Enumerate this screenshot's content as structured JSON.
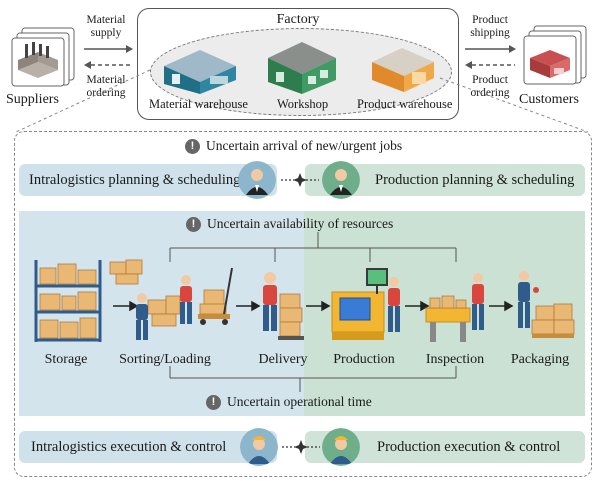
{
  "top": {
    "factory_title": "Factory",
    "suppliers": "Suppliers",
    "customers": "Customers",
    "material_supply": [
      "Material",
      "supply"
    ],
    "material_ordering": [
      "Material",
      "ordering"
    ],
    "product_shipping": [
      "Product",
      "shipping"
    ],
    "product_ordering": [
      "Product",
      "ordering"
    ],
    "material_warehouse": "Material warehouse",
    "workshop": "Workshop",
    "product_warehouse": "Product warehouse"
  },
  "planning": {
    "uncertainty": "Uncertain arrival of new/urgent jobs",
    "left_label": "Intralogistics planning & scheduling",
    "right_label": "Production planning & scheduling"
  },
  "process": {
    "resources_uncertainty": "Uncertain availability of resources",
    "time_uncertainty": "Uncertain operational time",
    "stages": [
      "Storage",
      "Sorting/Loading",
      "Delivery",
      "Production",
      "Inspection",
      "Packaging"
    ]
  },
  "execution": {
    "left_label": "Intralogistics execution & control",
    "right_label": "Production execution & control"
  },
  "colors": {
    "intralogistics_band": "#cfe1ea",
    "production_band": "#cfe3d8",
    "intralogistics_area": "#d4e4ec",
    "production_area": "#cae1d3",
    "worker_shirt": "#d9463e",
    "worker_pants": "#2f5c8a",
    "box": "#e8b874"
  }
}
